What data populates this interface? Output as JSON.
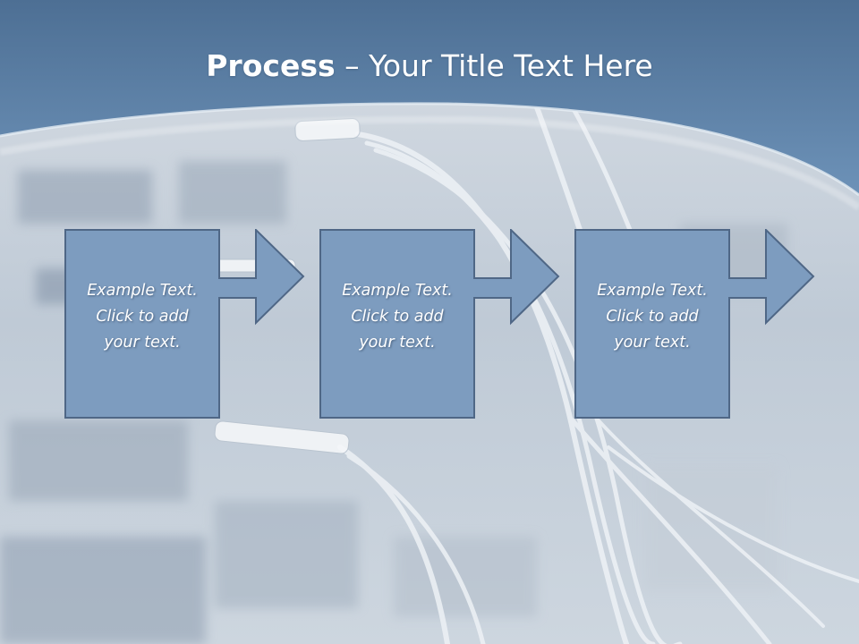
{
  "slide": {
    "title_bold": "Process",
    "title_rest": " – Your Title Text Here",
    "steps": [
      {
        "text": "Example Text.\nClick  to add\nyour text."
      },
      {
        "text": "Example Text.\nClick  to add\nyour text."
      },
      {
        "text": "Example Text.\nClick  to add\nyour text."
      }
    ]
  },
  "colors": {
    "header_blue": "#5b82a8",
    "box_fill": "#7d9cbf",
    "box_stroke": "#4f6786"
  }
}
